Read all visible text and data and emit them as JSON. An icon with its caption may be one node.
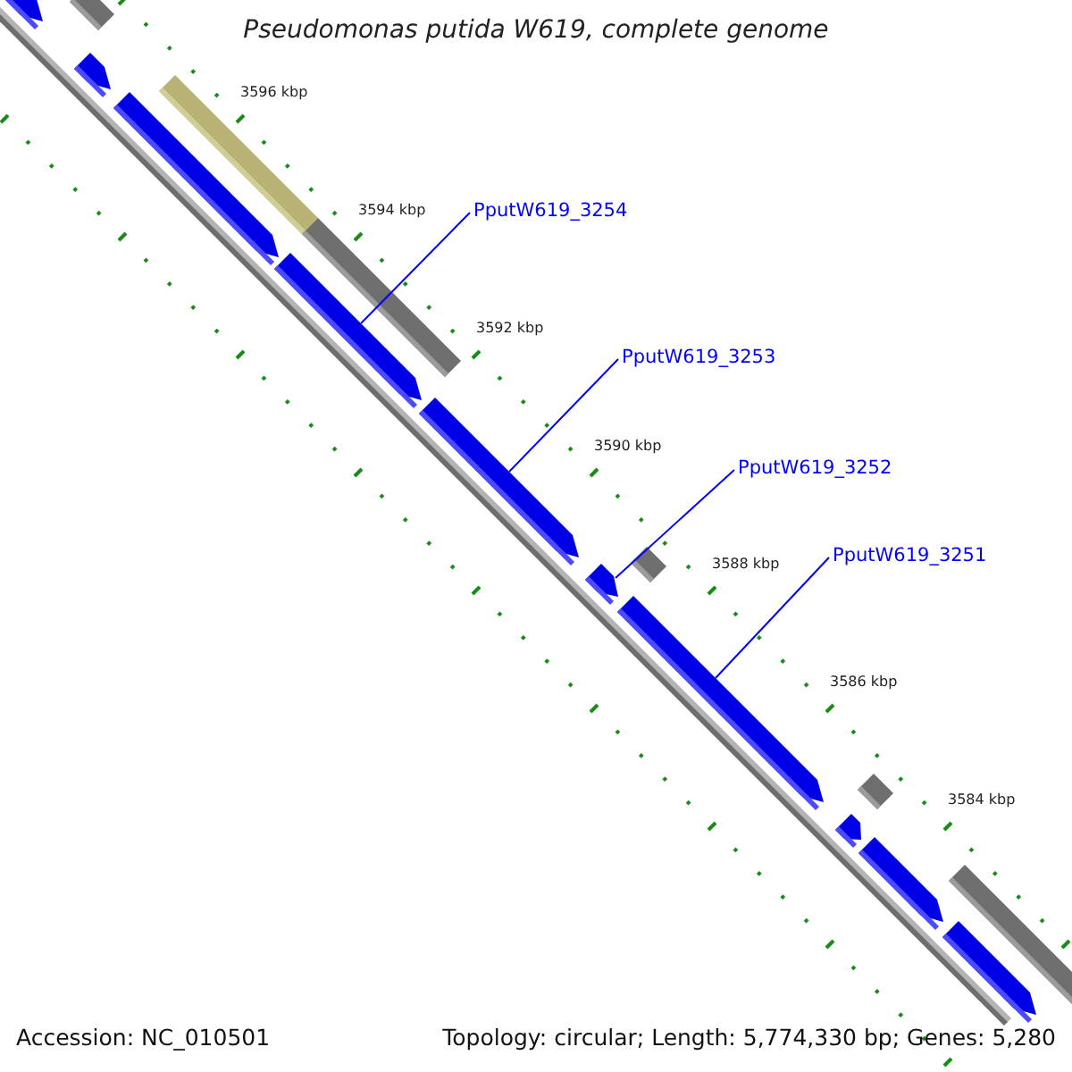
{
  "diagram": {
    "title": "Pseudomonas putida W619, complete genome",
    "nodes": [
      {
        "text": [
          "PputW619_3254"
        ]
      },
      {
        "text": [
          "PputW619_3253"
        ]
      },
      {
        "text": [
          "PputW619_3252"
        ]
      },
      {
        "text": [
          "PputW619_3251"
        ]
      },
      {
        "text": [],
        "shape": "arrow"
      },
      {
        "text": [],
        "shape": "bar"
      },
      {
        "text": [],
        "shape": "arrow"
      },
      {
        "text": [],
        "shape": "arrow"
      },
      {
        "text": [],
        "shape": "bar"
      },
      {
        "text": [],
        "shape": "bar"
      },
      {
        "text": [],
        "shape": "arrow"
      },
      {
        "text": [],
        "shape": "arrow"
      },
      {
        "text": [],
        "shape": "arrow"
      },
      {
        "text": [],
        "shape": "bar"
      },
      {
        "text": [],
        "shape": "arrow"
      },
      {
        "text": [],
        "shape": "bar"
      },
      {
        "text": [],
        "shape": "arrow"
      },
      {
        "text": [],
        "shape": "arrow"
      },
      {
        "text": [],
        "shape": "bar"
      },
      {
        "text": [],
        "shape": "arrow"
      }
    ],
    "edges": [
      {
        "from": 0,
        "to": 10,
        "arrow": "none"
      },
      {
        "from": 1,
        "to": 11,
        "arrow": "none"
      },
      {
        "from": 2,
        "to": 12,
        "arrow": "none"
      },
      {
        "from": 3,
        "to": 14,
        "arrow": "none"
      }
    ],
    "labels": [
      "3596 kbp",
      "3594 kbp",
      "3592 kbp",
      "3590 kbp",
      "3588 kbp",
      "3586 kbp",
      "3584 kbp",
      "Accession: NC_010501",
      "Topology: circular; Length: 5,774,330 bp; Genes: 5,280"
    ]
  }
}
